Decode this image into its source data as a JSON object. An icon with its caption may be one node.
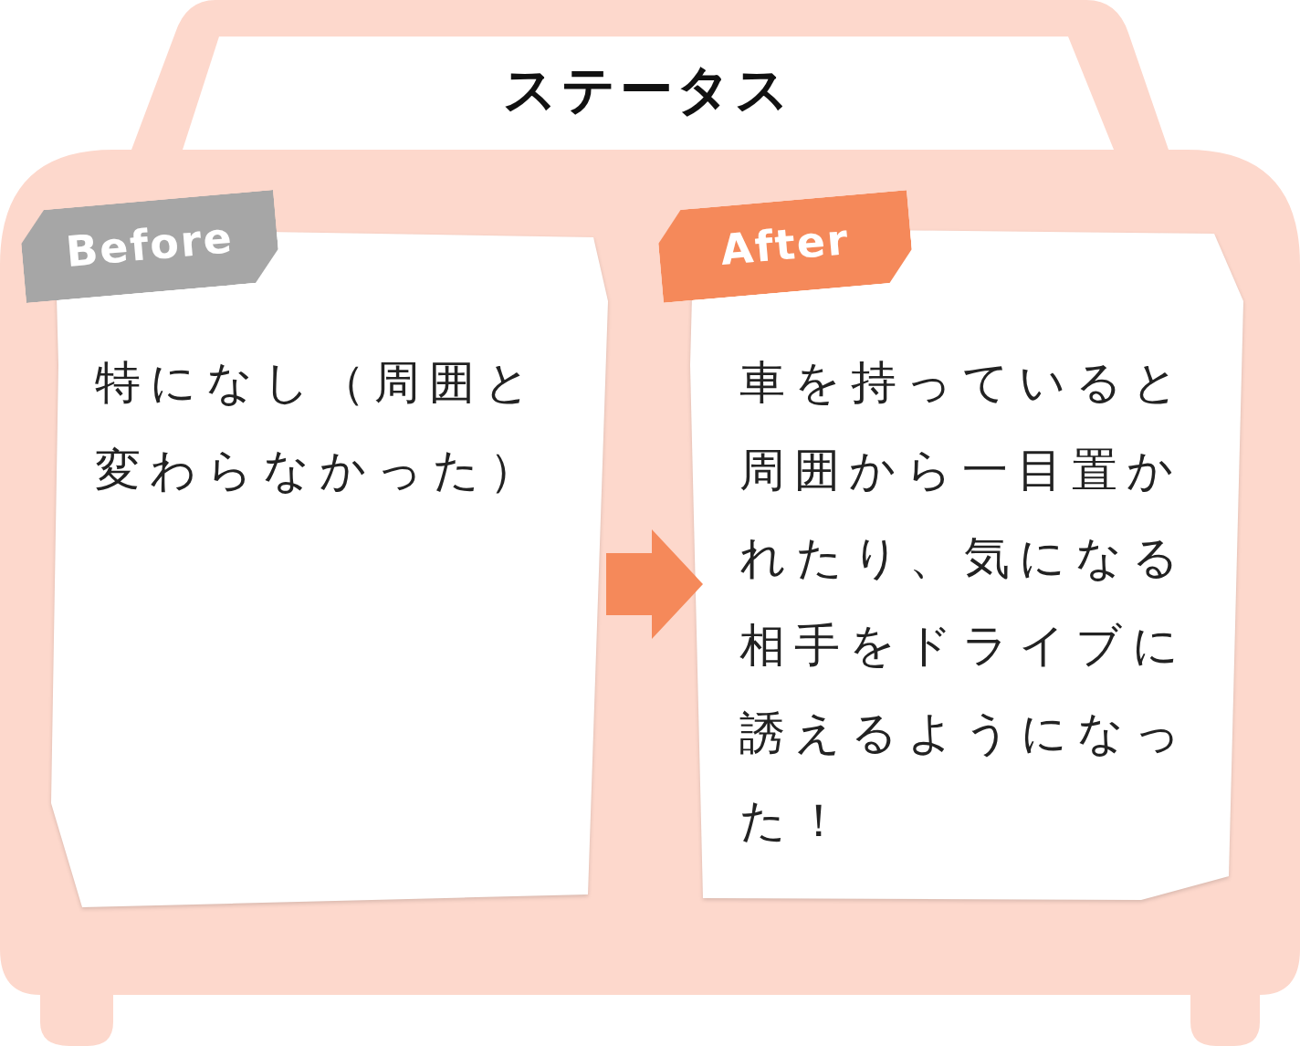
{
  "diagram": {
    "title": "ステータス",
    "nodes": [
      {
        "text": [
          "Before"
        ]
      },
      {
        "text": [
          "特になし（周囲と変わらなかった）"
        ]
      },
      {
        "text": [
          "After"
        ]
      },
      {
        "text": [
          "車を持っていると周囲から一目置かれたり、気になる相手をドライブに誘えるようになった！"
        ]
      }
    ],
    "edges": [
      {
        "from": 1,
        "to": 3,
        "arrow": "to"
      }
    ]
  }
}
